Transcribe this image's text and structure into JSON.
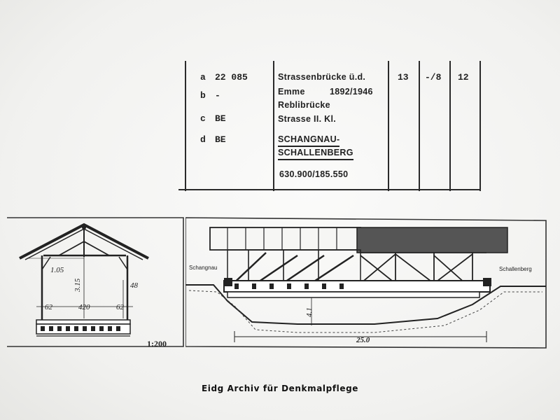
{
  "record": {
    "row_letters": [
      "a",
      "b",
      "c",
      "d"
    ],
    "row_codes": [
      "22 085",
      "-",
      "BE",
      "BE"
    ],
    "description": {
      "line1": "Strassenbrücke ü.d.",
      "line2_place": "Emme",
      "line2_years": "1892/1946",
      "line3": "Reblibrücke",
      "line4": "Strasse II. Kl.",
      "location_line1": "SCHANGNAU-",
      "location_line2": "SCHALLENBERG",
      "coordinates": "630.900/185.550"
    },
    "col_values": [
      "13",
      "-/8",
      "12"
    ]
  },
  "cross_section": {
    "dim_top": "1.05",
    "dim_height": "3.15",
    "dim_side": "48",
    "dim_left": "62",
    "dim_width": "420",
    "dim_right": "62",
    "scale": "1:200"
  },
  "elevation": {
    "label_left": "Schangnau",
    "label_right": "Schallenberg",
    "dim_clearance": "4.1",
    "dim_span": "25.0"
  },
  "caption": "Eidg Archiv für Denkmalpflege"
}
